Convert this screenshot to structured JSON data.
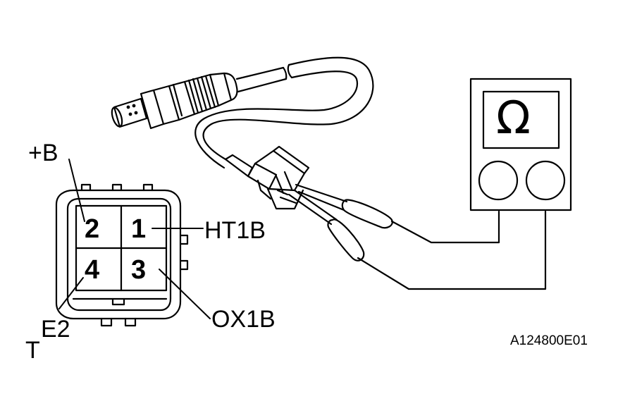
{
  "labels": {
    "plus_b": "+B",
    "ht1b": "HT1B",
    "ox1b": "OX1B",
    "e2": "E2",
    "e2_prefix": "T",
    "figure_code": "A124800E01"
  },
  "connector": {
    "pins": [
      "2",
      "1",
      "4",
      "3"
    ]
  },
  "meter": {
    "symbol": "Ω"
  },
  "colors": {
    "ink": "#000000",
    "background": "#ffffff"
  }
}
